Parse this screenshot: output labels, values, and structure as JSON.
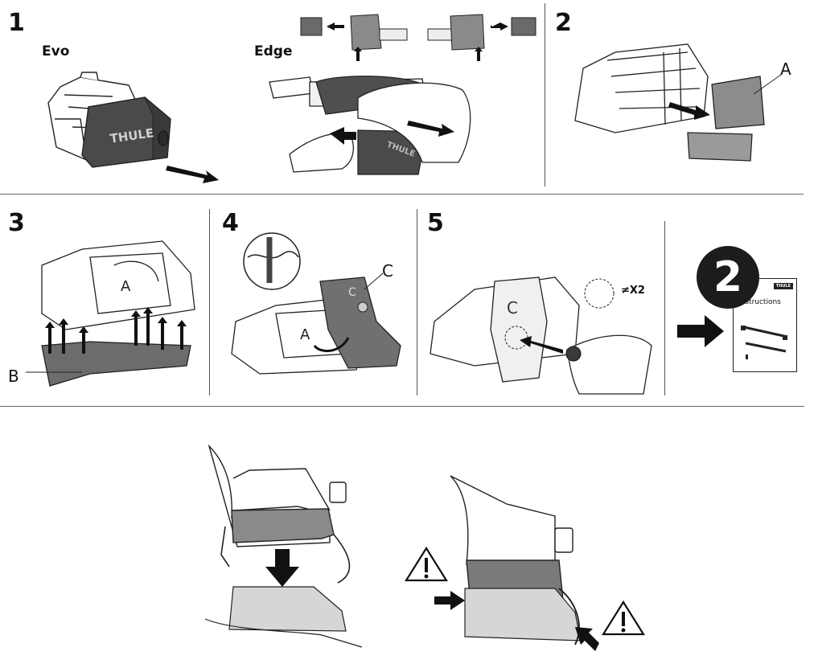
{
  "steps": {
    "s1": "1",
    "s2": "2",
    "s3": "3",
    "s4": "4",
    "s5": "5"
  },
  "labels": {
    "evo": "Evo",
    "edge": "Edge",
    "callout_a": "A",
    "callout_b": "B",
    "callout_c": "C",
    "times_two": "≠X2",
    "next_badge": "2",
    "instructions_title": "Instructions",
    "instructions_brand": "THULE",
    "thule_logo": "THULE"
  },
  "colors": {
    "line": "#222222",
    "dark_grey": "#4a4a4a",
    "mid_grey": "#8a8a8a",
    "light_grey": "#d6d6d6",
    "black": "#111111"
  },
  "icons": [
    "arrow-icon",
    "warning-icon",
    "magnifier-circle-icon",
    "dashed-circle-icon"
  ]
}
